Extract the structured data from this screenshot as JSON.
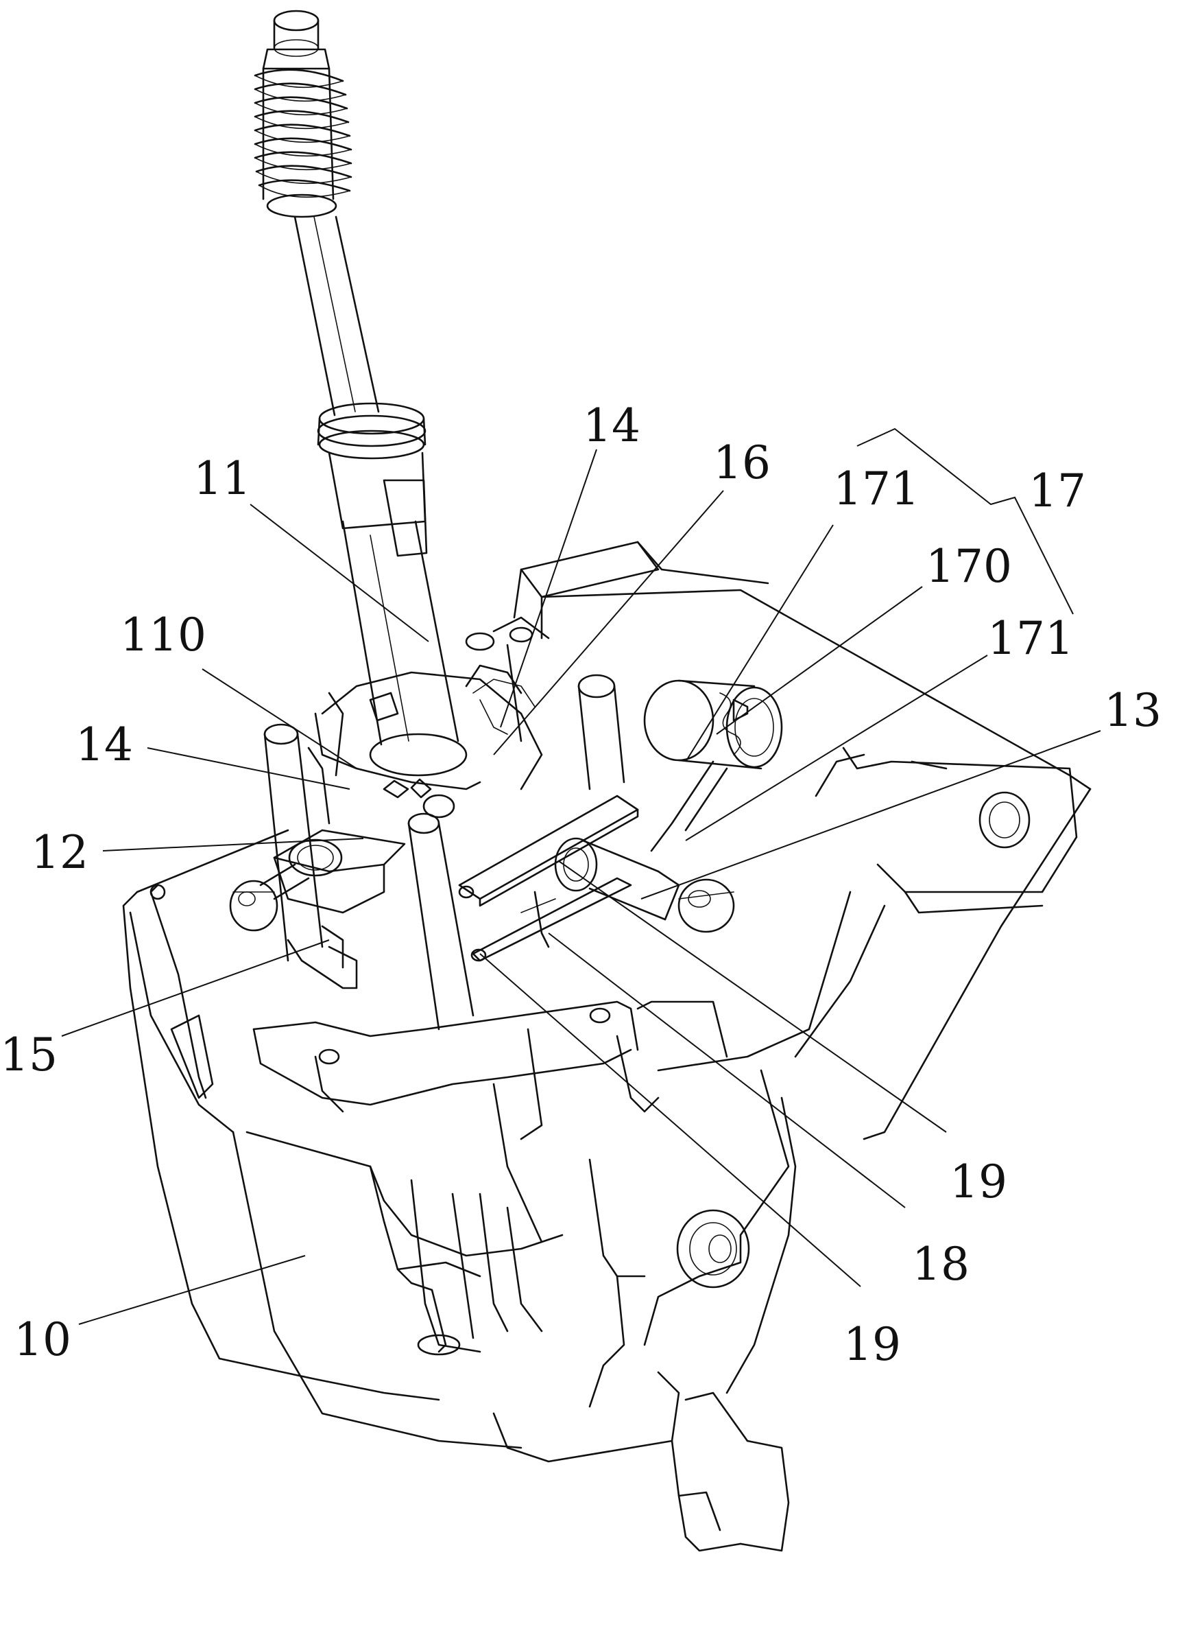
{
  "figure": {
    "labels": {
      "l11": "11",
      "l14_top": "14",
      "l16": "16",
      "l171_top": "171",
      "l17": "17",
      "l170": "170",
      "l171_right": "171",
      "l110": "110",
      "l14_left": "14",
      "l13": "13",
      "l12": "12",
      "l15": "15",
      "l19_right": "19",
      "l18": "18",
      "l19_bottom": "19",
      "l10": "10"
    }
  }
}
